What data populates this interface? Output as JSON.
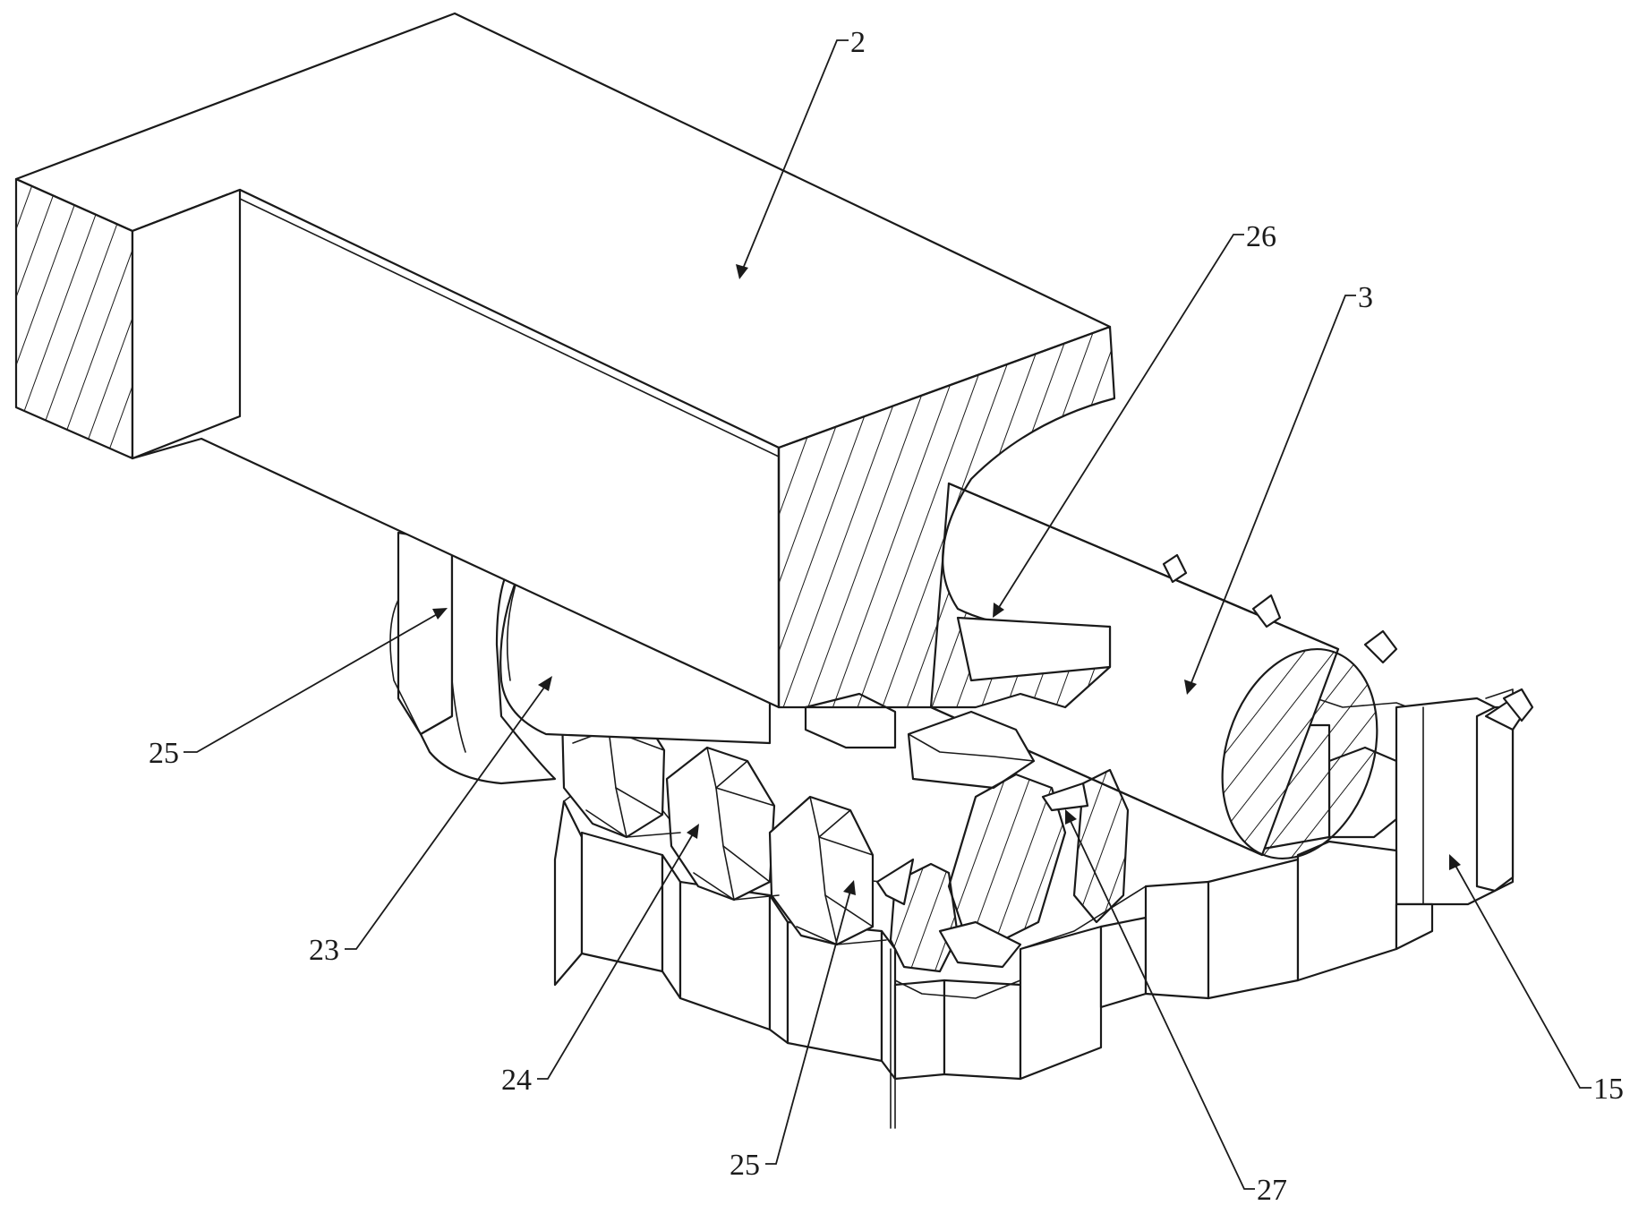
{
  "callouts": [
    {
      "id": "c2",
      "text": "2"
    },
    {
      "id": "c26",
      "text": "26"
    },
    {
      "id": "c3",
      "text": "3"
    },
    {
      "id": "c25a",
      "text": "25"
    },
    {
      "id": "c23",
      "text": "23"
    },
    {
      "id": "c24",
      "text": "24"
    },
    {
      "id": "c25b",
      "text": "25"
    },
    {
      "id": "c27",
      "text": "27"
    },
    {
      "id": "c15",
      "text": "15"
    }
  ]
}
